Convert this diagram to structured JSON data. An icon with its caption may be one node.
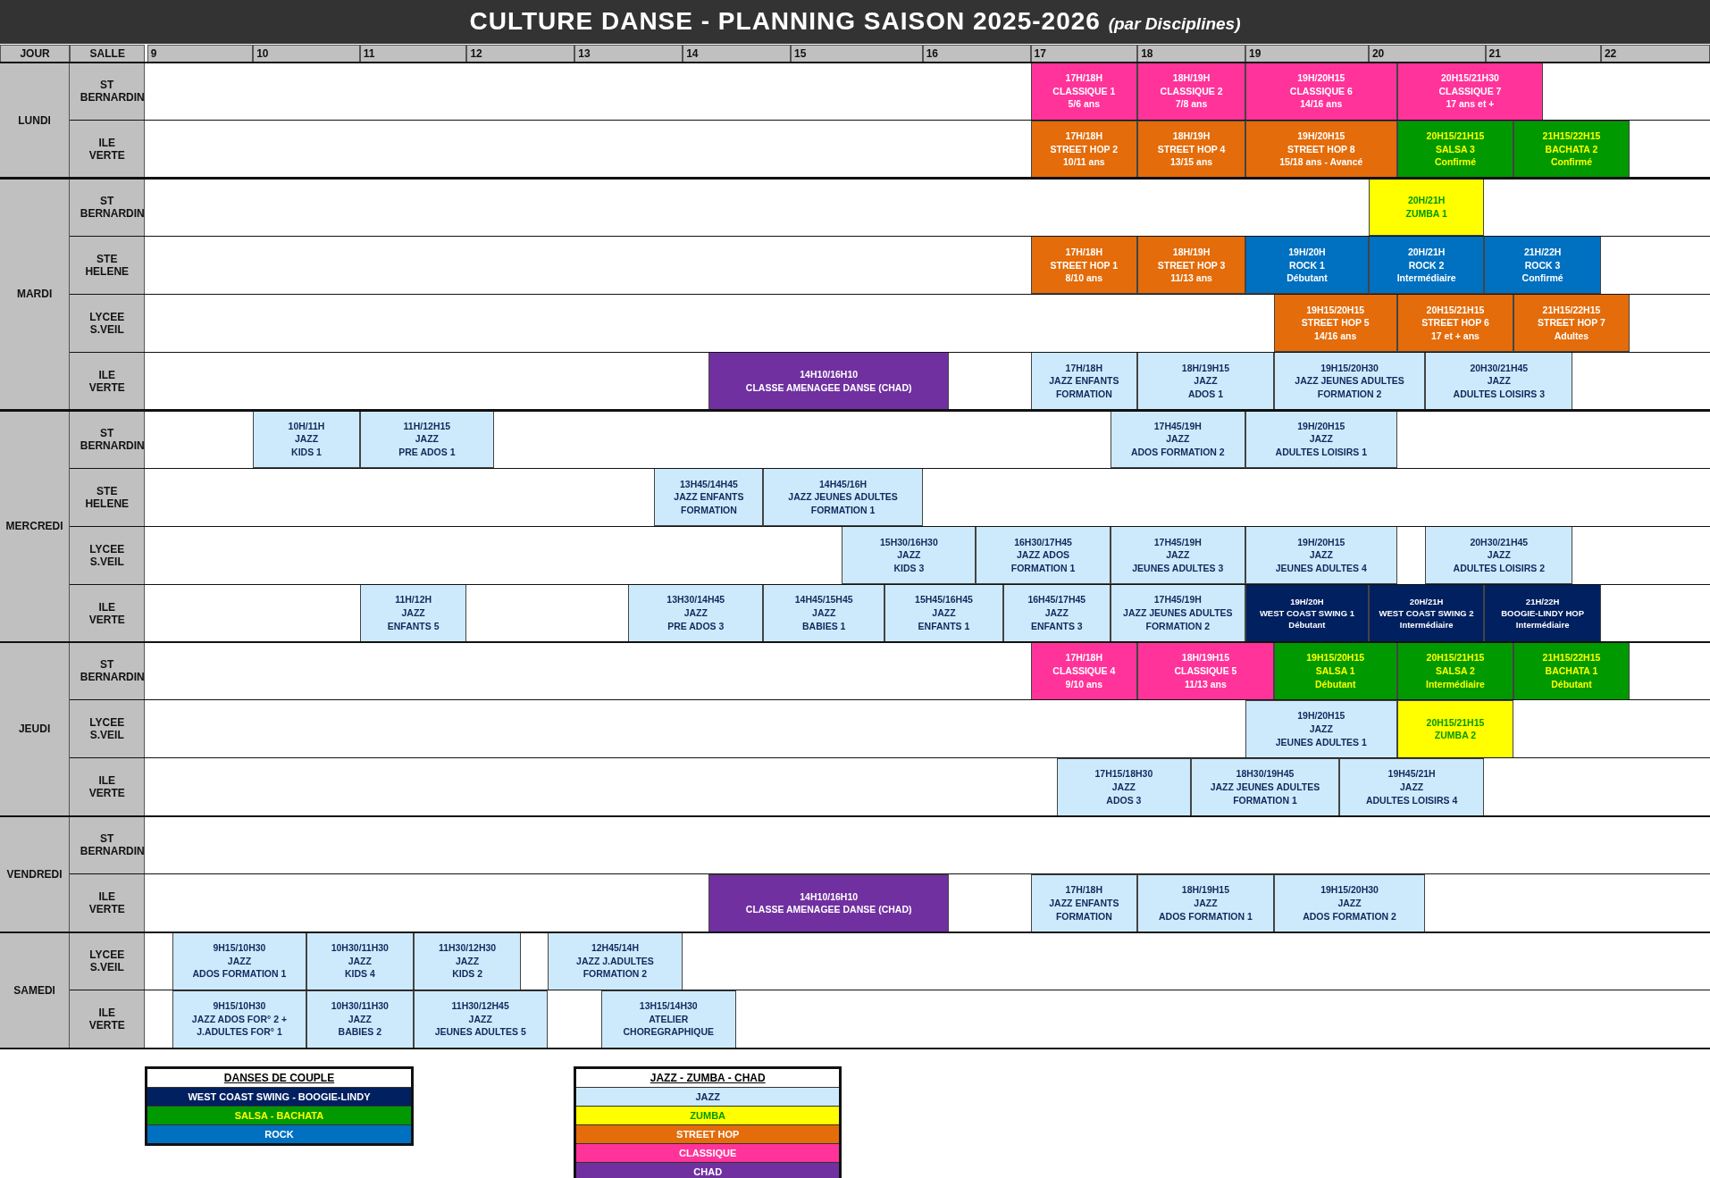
{
  "diagram": {
    "title": "CULTURE DANSE - PLANNING SAISON 2025-2026 *(par Disciplines)*",
    "nodes": [
      {
        "text": [
          "LUNDI"
        ]
      },
      {
        "text": [
          "ST BERNARDIN"
        ]
      },
      {
        "text": [
          "17H/18H",
          "CLASSIQUE 1",
          "5/6 ans"
        ]
      },
      {
        "text": [
          "18H/19H",
          "CLASSIQUE 2",
          "7/8 ans"
        ]
      },
      {
        "text": [
          "19H/20H15",
          "CLASSIQUE 6",
          "14/16 ans"
        ]
      },
      {
        "text": [
          "20H15/21H30",
          "CLASSIQUE 7",
          "17 ans et +"
        ]
      },
      {
        "text": [
          "ILE VERTE"
        ]
      },
      {
        "text": [
          "17H/18H",
          "STREET HOP 2",
          "10/11 ans"
        ]
      },
      {
        "text": [
          "18H/19H",
          "STREET HOP 4",
          "13/15 ans"
        ]
      },
      {
        "text": [
          "19H/20H15",
          "STREET HOP 8",
          "15/18 ans - Avancé"
        ]
      },
      {
        "text": [
          "20H15/21H15",
          "SALSA 3",
          "Confirmé"
        ]
      },
      {
        "text": [
          "21H15/22H15",
          "BACHATA 2",
          "Confirmé"
        ]
      },
      {
        "text": [
          "MARDI"
        ]
      },
      {
        "text": [
          "ST BERNARDIN"
        ]
      },
      {
        "text": [
          "20H/21H",
          "ZUMBA 1"
        ]
      },
      {
        "text": [
          "STE HELENE"
        ]
      },
      {
        "text": [
          "17H/18H",
          "STREET HOP 1",
          "8/10 ans"
        ]
      },
      {
        "text": [
          "18H/19H",
          "STREET HOP 3",
          "11/13 ans"
        ]
      },
      {
        "text": [
          "19H/20H",
          "ROCK 1",
          "Débutant"
        ]
      },
      {
        "text": [
          "20H/21H",
          "ROCK 2",
          "Intermédiaire"
        ]
      },
      {
        "text": [
          "21H/22H",
          "ROCK 3",
          "Confirmé"
        ]
      },
      {
        "text": [
          "LYCEE S.VEIL"
        ]
      },
      {
        "text": [
          "19H15/20H15",
          "STREET HOP 5",
          "14/16 ans"
        ]
      },
      {
        "text": [
          "20H15/21H15",
          "STREET HOP 6",
          "17 et + ans"
        ]
      },
      {
        "text": [
          "21H15/22H15",
          "STREET HOP 7",
          "Adultes"
        ]
      },
      {
        "text": [
          "ILE VERTE"
        ]
      },
      {
        "text": [
          "14H10/16H10",
          "CLASSE AMENAGEE DANSE (CHAD)"
        ]
      },
      {
        "text": [
          "17H/18H",
          "JAZZ ENFANTS",
          "FORMATION"
        ]
      },
      {
        "text": [
          "18H/19H15",
          "JAZZ",
          "ADOS 1"
        ]
      },
      {
        "text": [
          "19H15/20H30",
          "JAZZ JEUNES ADULTES",
          "FORMATION 2"
        ]
      },
      {
        "text": [
          "20H30/21H45",
          "JAZZ",
          "ADULTES LOISIRS 3"
        ]
      },
      {
        "text": [
          "MERCREDI"
        ]
      },
      {
        "text": [
          "ST BERNARDIN"
        ]
      },
      {
        "text": [
          "10H/11H",
          "JAZZ",
          "KIDS 1"
        ]
      },
      {
        "text": [
          "11H/12H15",
          "JAZZ",
          "PRE ADOS 1"
        ]
      },
      {
        "text": [
          "17H45/19H",
          "JAZZ",
          "ADOS FORMATION 2"
        ]
      },
      {
        "text": [
          "19H/20H15",
          "JAZZ",
          "ADULTES LOISIRS 1"
        ]
      },
      {
        "text": [
          "STE HELENE"
        ]
      },
      {
        "text": [
          "13H45/14H45",
          "JAZZ ENFANTS",
          "FORMATION"
        ]
      },
      {
        "text": [
          "14H45/16H",
          "JAZZ JEUNES ADULTES",
          "FORMATION 1"
        ]
      },
      {
        "text": [
          "LYCEE S.VEIL"
        ]
      },
      {
        "text": [
          "15H30/16H30",
          "JAZZ",
          "KIDS 3"
        ]
      },
      {
        "text": [
          "16H30/17H45",
          "JAZZ ADOS",
          "FORMATION 1"
        ]
      },
      {
        "text": [
          "17H45/19H",
          "JAZZ",
          "JEUNES ADULTES 3"
        ]
      },
      {
        "text": [
          "19H/20H15",
          "JAZZ",
          "JEUNES ADULTES 4"
        ]
      },
      {
        "text": [
          "20H30/21H45",
          "JAZZ",
          "ADULTES LOISIRS 2"
        ]
      },
      {
        "text": [
          "ILE VERTE"
        ]
      },
      {
        "text": [
          "11H/12H",
          "JAZZ",
          "ENFANTS 5"
        ]
      },
      {
        "text": [
          "13H30/14H45",
          "JAZZ",
          "PRE ADOS 3"
        ]
      },
      {
        "text": [
          "14H45/15H45",
          "JAZZ",
          "BABIES 1"
        ]
      },
      {
        "text": [
          "15H45/16H45",
          "JAZZ",
          "ENFANTS 1"
        ]
      },
      {
        "text": [
          "16H45/17H45",
          "JAZZ",
          "ENFANTS 3"
        ]
      },
      {
        "text": [
          "17H45/19H",
          "JAZZ JEUNES ADULTES",
          "FORMATION 2"
        ]
      },
      {
        "text": [
          "19H/20H",
          "WEST COAST SWING 1",
          "Débutant"
        ]
      },
      {
        "text": [
          "20H/21H",
          "WEST COAST SWING 2",
          "Intermédiaire"
        ]
      },
      {
        "text": [
          "21H/22H",
          "BOOGIE-LINDY HOP",
          "Intermédiaire"
        ]
      },
      {
        "text": [
          "JEUDI"
        ]
      },
      {
        "text": [
          "ST BERNARDIN"
        ]
      },
      {
        "text": [
          "17H/18H",
          "CLASSIQUE 4",
          "9/10 ans"
        ]
      },
      {
        "text": [
          "18H/19H15",
          "CLASSIQUE 5",
          "11/13 ans"
        ]
      },
      {
        "text": [
          "19H15/20H15",
          "SALSA 1",
          "Débutant"
        ]
      },
      {
        "text": [
          "20H15/21H15",
          "SALSA 2",
          "Intermédiaire"
        ]
      },
      {
        "text": [
          "21H15/22H15",
          "BACHATA 1",
          "Débutant"
        ]
      },
      {
        "text": [
          "LYCEE S.VEIL"
        ]
      },
      {
        "text": [
          "19H/20H15",
          "JAZZ",
          "JEUNES ADULTES 1"
        ]
      },
      {
        "text": [
          "20H15/21H15",
          "ZUMBA 2"
        ]
      },
      {
        "text": [
          "ILE VERTE"
        ]
      },
      {
        "text": [
          "17H15/18H30",
          "JAZZ",
          "ADOS 3"
        ]
      },
      {
        "text": [
          "18H30/19H45",
          "JAZZ JEUNES ADULTES",
          "FORMATION 1"
        ]
      },
      {
        "text": [
          "19H45/21H",
          "JAZZ",
          "ADULTES LOISIRS 4"
        ]
      },
      {
        "text": [
          "VENDREDI"
        ]
      },
      {
        "text": [
          "ST BERNARDIN"
        ]
      },
      {
        "text": [
          "ILE VERTE"
        ]
      },
      {
        "text": [
          "14H10/16H10",
          "CLASSE AMENAGEE DANSE (CHAD)"
        ]
      },
      {
        "text": [
          "17H/18H",
          "JAZZ ENFANTS",
          "FORMATION"
        ]
      },
      {
        "text": [
          "18H/19H15",
          "JAZZ",
          "ADOS FORMATION 1"
        ]
      },
      {
        "text": [
          "19H15/20H30",
          "JAZZ",
          "ADOS FORMATION 2"
        ]
      },
      {
        "text": [
          "SAMEDI"
        ]
      },
      {
        "text": [
          "LYCEE S.VEIL"
        ]
      },
      {
        "text": [
          "9H15/10H30",
          "JAZZ",
          "ADOS FORMATION 1"
        ]
      },
      {
        "text": [
          "10H30/11H30",
          "JAZZ",
          "KIDS 4"
        ]
      },
      {
        "text": [
          "11H30/12H30",
          "JAZZ",
          "KIDS 2"
        ]
      },
      {
        "text": [
          "12H45/14H",
          "JAZZ J.ADULTES",
          "FORMATION 2"
        ]
      },
      {
        "text": [
          "ILE VERTE"
        ]
      },
      {
        "text": [
          "9H15/10H30",
          "JAZZ ADOS FOR° 2 +",
          "J.ADULTES FOR° 1"
        ]
      },
      {
        "text": [
          "10H30/11H30",
          "JAZZ",
          "BABIES 2"
        ]
      },
      {
        "text": [
          "11H30/12H45",
          "JAZZ",
          "JEUNES ADULTES 5"
        ]
      },
      {
        "text": [
          "13H15/14H30",
          "ATELIER",
          "CHOREGRAPHIQUE"
        ]
      }
    ],
    "labels": [
      "JOUR",
      "SALLE",
      "9",
      "10",
      "11",
      "12",
      "13",
      "14",
      "15",
      "16",
      "17",
      "18",
      "19",
      "20",
      "21",
      "22",
      "DANSES DE COUPLE",
      "JAZZ - ZUMBA - CHAD"
    ],
    "legend": [
      {
        "text": "WEST COAST SWING - BOOGIE-LINDY",
        "color": "#002060"
      },
      {
        "text": "SALSA - BACHATA",
        "color": "#009900"
      },
      {
        "text": "ROCK",
        "color": "#0070c0"
      },
      {
        "text": "JAZZ",
        "color": "#cdeafd"
      },
      {
        "text": "ZUMBA",
        "color": "#ffff00"
      },
      {
        "text": "STREET HOP",
        "color": "#e46c0a"
      },
      {
        "text": "CLASSIQUE",
        "color": "#ff3399"
      },
      {
        "text": "CHAD",
        "color": "#7030a0"
      }
    ]
  }
}
